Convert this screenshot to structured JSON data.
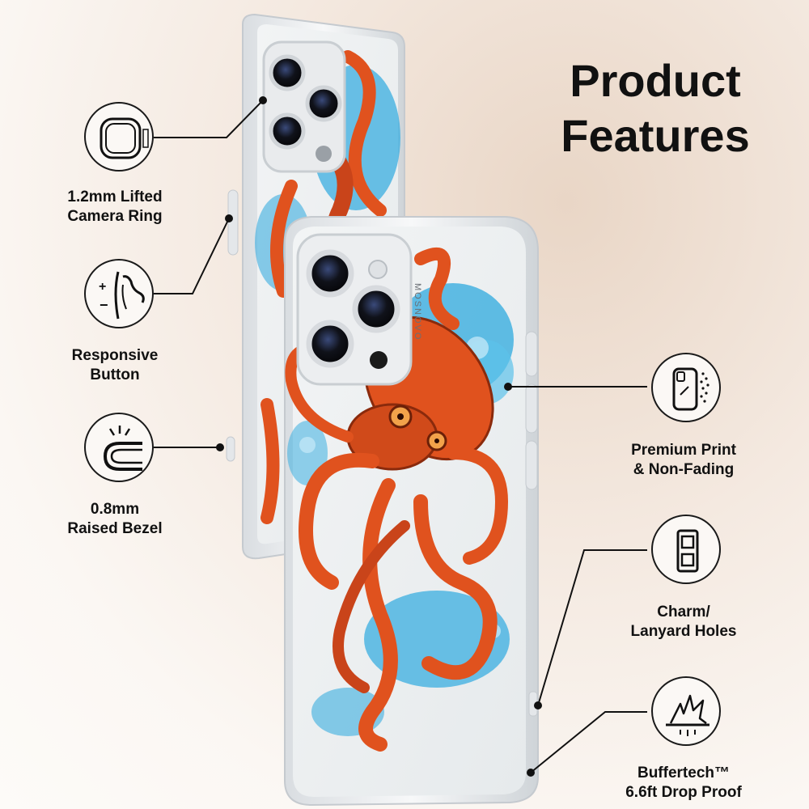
{
  "title": {
    "line1": "Product",
    "line2": "Features"
  },
  "features": [
    {
      "id": "camera-ring",
      "line1": "1.2mm Lifted",
      "line2": "Camera Ring",
      "icon": "camera-ring-icon"
    },
    {
      "id": "responsive-button",
      "line1": "Responsive",
      "line2": "Button",
      "icon": "button-icon"
    },
    {
      "id": "raised-bezel",
      "line1": "0.8mm",
      "line2": "Raised Bezel",
      "icon": "bezel-icon"
    },
    {
      "id": "premium-print",
      "line1": "Premium Print",
      "line2": "& Non-Fading",
      "icon": "print-icon"
    },
    {
      "id": "lanyard-holes",
      "line1": "Charm/",
      "line2": "Lanyard Holes",
      "icon": "lanyard-icon"
    },
    {
      "id": "drop-proof",
      "line1": "Buffertech™",
      "line2": "6.6ft Drop Proof",
      "icon": "impact-icon"
    }
  ],
  "brand": "MOSNOVO",
  "colors": {
    "octopus": "#e0521e",
    "splash": "#3aaee0",
    "text": "#111111"
  }
}
